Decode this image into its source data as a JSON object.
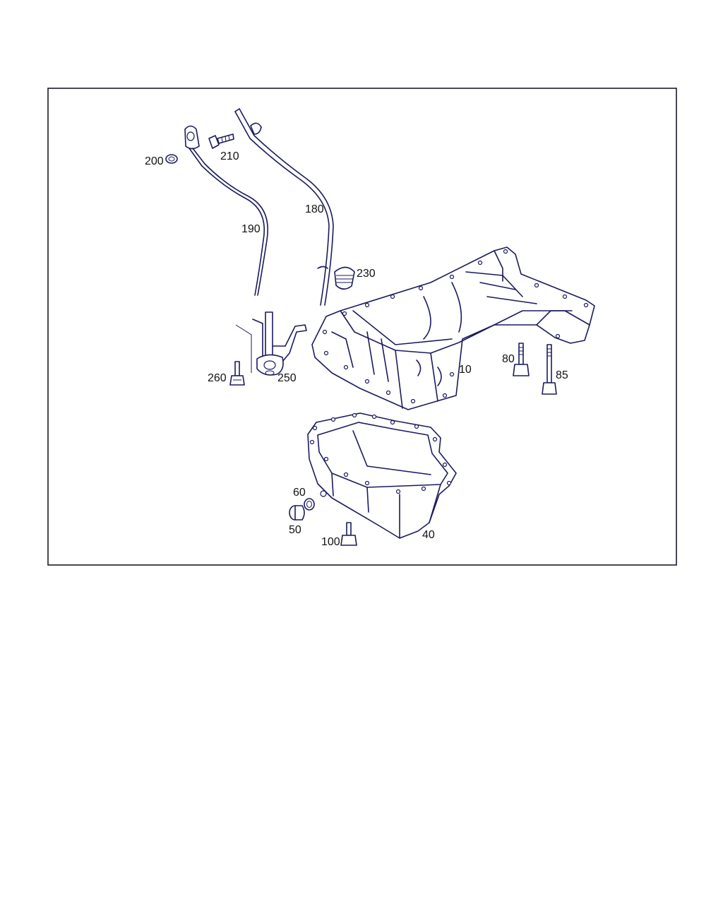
{
  "diagram": {
    "type": "exploded-parts-diagram",
    "frame_color": "#1a1a2e",
    "line_color": "#1a1a5e",
    "labels": {
      "p10": "10",
      "p40": "40",
      "p50": "50",
      "p60": "60",
      "p80": "80",
      "p85": "85",
      "p100": "100",
      "p180": "180",
      "p190": "190",
      "p200": "200",
      "p210": "210",
      "p230": "230",
      "p250": "250",
      "p260": "260"
    }
  }
}
